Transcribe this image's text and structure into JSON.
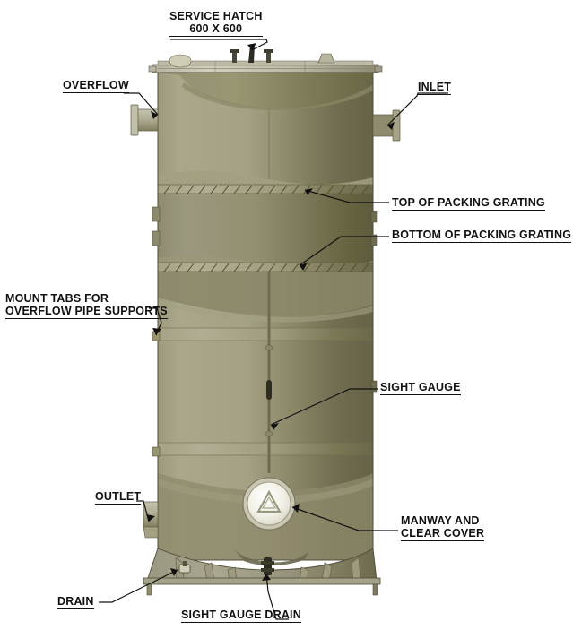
{
  "drawing": {
    "title": "Vertical Packed Tower / Scrubber Tank - Component Callout Drawing",
    "background": "#ffffff",
    "colors": {
      "body_light": "#a9a588",
      "body_mid": "#969272",
      "body_dark": "#6d6a4c",
      "body_darkest": "#5d5a40",
      "metal_light": "#c8c6b2",
      "cover_white": "#efeee4",
      "line": "#111111",
      "outline": "#4a4735"
    }
  },
  "labels": [
    {
      "id": "service-hatch",
      "line1": "SERVICE HATCH",
      "line2": "600 X 600"
    },
    {
      "id": "overflow",
      "line1": "OVERFLOW"
    },
    {
      "id": "inlet",
      "line1": "INLET"
    },
    {
      "id": "top-packing-grating",
      "line1": "TOP OF PACKING GRATING"
    },
    {
      "id": "bottom-packing-grating",
      "line1": "BOTTOM OF PACKING GRATING"
    },
    {
      "id": "mount-tabs",
      "line1": "MOUNT TABS FOR",
      "line2": "OVERFLOW PIPE SUPPORTS"
    },
    {
      "id": "sight-gauge",
      "line1": "SIGHT GAUGE"
    },
    {
      "id": "outlet",
      "line1": "OUTLET"
    },
    {
      "id": "manway",
      "line1": "MANWAY AND",
      "line2": "CLEAR COVER"
    },
    {
      "id": "drain",
      "line1": "DRAIN"
    },
    {
      "id": "sight-gauge-drain",
      "line1": "SIGHT GAUGE DRAIN"
    }
  ],
  "callouts": {
    "service_hatch_title": "SERVICE HATCH",
    "service_hatch_size": "600 X 600",
    "overflow": "OVERFLOW",
    "inlet": "INLET",
    "top_grating": "TOP OF PACKING GRATING",
    "bottom_grating": "BOTTOM OF PACKING GRATING",
    "mount_tabs_l1": "MOUNT TABS FOR",
    "mount_tabs_l2": "OVERFLOW PIPE SUPPORTS",
    "sight_gauge": "SIGHT GAUGE",
    "outlet": "OUTLET",
    "manway_l1": "MANWAY AND",
    "manway_l2": "CLEAR COVER",
    "drain": "DRAIN",
    "sight_gauge_drain": "SIGHT GAUGE DRAIN"
  },
  "equipment": {
    "type": "vertical cylindrical packed tower",
    "parts": [
      "top lid flange",
      "service hatch",
      "overflow nozzle",
      "inlet nozzle",
      "top packing grating",
      "bottom packing grating",
      "mount tabs",
      "sight gauge tube",
      "manway with clear cover",
      "outlet nozzle",
      "drain fitting",
      "sight gauge drain fitting",
      "base skirt with gussets"
    ]
  }
}
